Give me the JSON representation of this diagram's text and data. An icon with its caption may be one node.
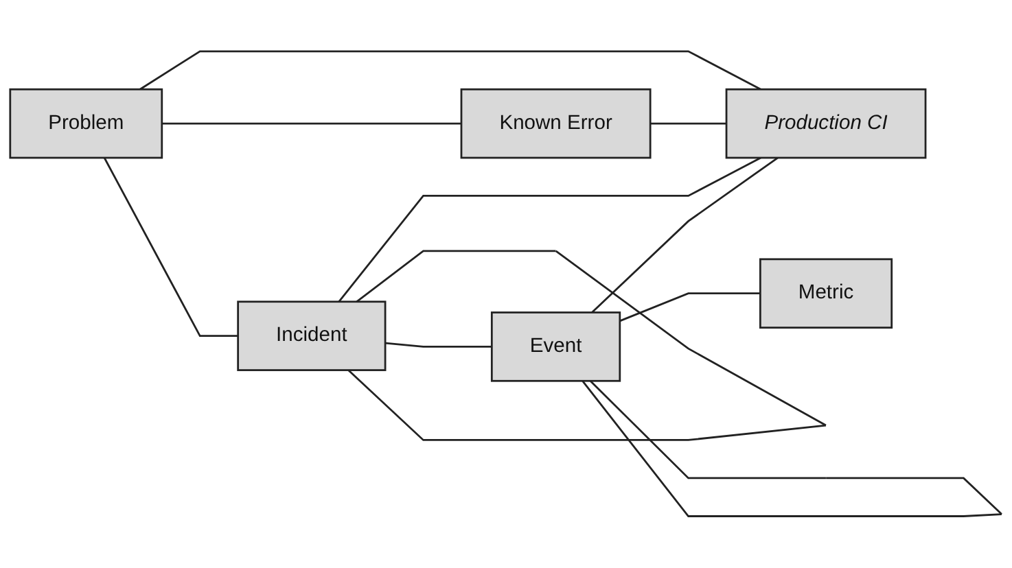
{
  "diagram": {
    "nodes": [
      {
        "text": [
          "Problem"
        ]
      },
      {
        "text": [
          "Known Error"
        ]
      },
      {
        "text": [
          "Incident"
        ]
      },
      {
        "text": [
          "Event"
        ]
      },
      {
        "text": [
          "Production CI"
        ]
      },
      {
        "text": [
          "Metric"
        ]
      }
    ],
    "edges": [
      {
        "from": 0,
        "to": 4,
        "arrow": "none"
      },
      {
        "from": 0,
        "to": 1,
        "arrow": "none"
      },
      {
        "from": 1,
        "to": 4,
        "arrow": "none"
      },
      {
        "from": 0,
        "to": 2,
        "arrow": "none"
      },
      {
        "from": 2,
        "to": 4,
        "arrow": "none"
      },
      {
        "from": 2,
        "to": 2,
        "arrow": "none"
      },
      {
        "from": 2,
        "to": 3,
        "arrow": "none"
      },
      {
        "from": 3,
        "to": 4,
        "arrow": "none"
      },
      {
        "from": 3,
        "to": 3,
        "arrow": "none"
      },
      {
        "from": 3,
        "to": 5,
        "arrow": "none"
      }
    ]
  }
}
